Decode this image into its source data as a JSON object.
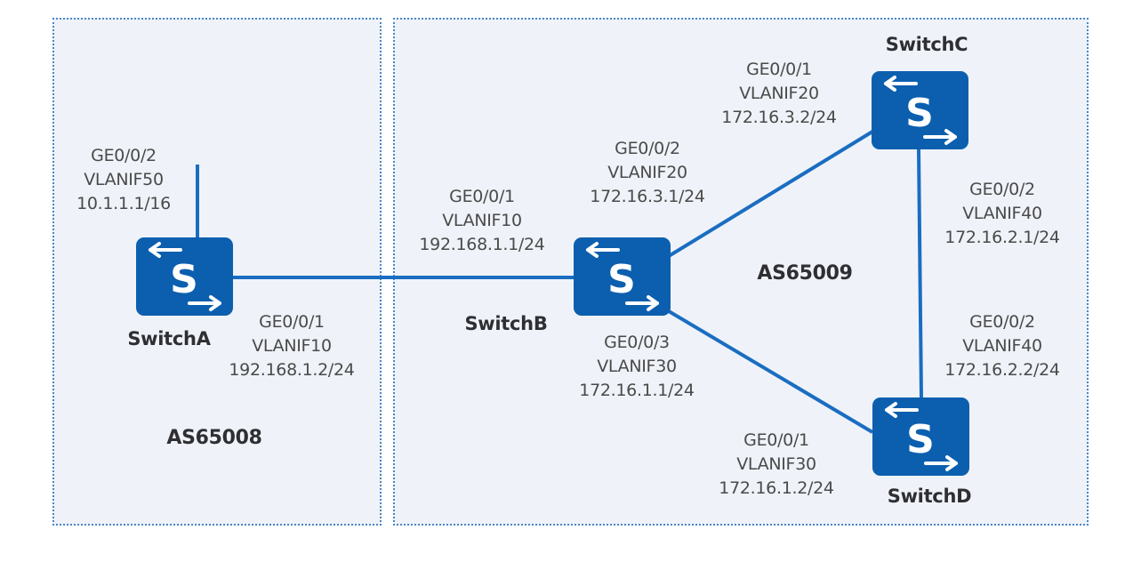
{
  "diagram": {
    "autonomous_systems": [
      {
        "id": "as-left",
        "label": "AS65008"
      },
      {
        "id": "as-right",
        "label": "AS65009"
      }
    ],
    "switches": [
      {
        "id": "switchA",
        "name": "SwitchA",
        "icon": "S"
      },
      {
        "id": "switchB",
        "name": "SwitchB",
        "icon": "S"
      },
      {
        "id": "switchC",
        "name": "SwitchC",
        "icon": "S"
      },
      {
        "id": "switchD",
        "name": "SwitchD",
        "icon": "S"
      }
    ],
    "interfaces": {
      "a_ge002": {
        "port": "GE0/0/2",
        "vlanif": "VLANIF50",
        "ip": "10.1.1.1/16"
      },
      "a_ge001": {
        "port": "GE0/0/1",
        "vlanif": "VLANIF10",
        "ip": "192.168.1.2/24"
      },
      "b_ge001": {
        "port": "GE0/0/1",
        "vlanif": "VLANIF10",
        "ip": "192.168.1.1/24"
      },
      "b_ge002": {
        "port": "GE0/0/2",
        "vlanif": "VLANIF20",
        "ip": "172.16.3.1/24"
      },
      "b_ge003": {
        "port": "GE0/0/3",
        "vlanif": "VLANIF30",
        "ip": "172.16.1.1/24"
      },
      "c_ge001": {
        "port": "GE0/0/1",
        "vlanif": "VLANIF20",
        "ip": "172.16.3.2/24"
      },
      "c_ge002": {
        "port": "GE0/0/2",
        "vlanif": "VLANIF40",
        "ip": "172.16.2.1/24"
      },
      "d_ge002": {
        "port": "GE0/0/2",
        "vlanif": "VLANIF40",
        "ip": "172.16.2.2/24"
      },
      "d_ge001": {
        "port": "GE0/0/1",
        "vlanif": "VLANIF30",
        "ip": "172.16.1.2/24"
      }
    },
    "links": [
      {
        "from": "SwitchA",
        "to": "SwitchB"
      },
      {
        "from": "SwitchB",
        "to": "SwitchC"
      },
      {
        "from": "SwitchB",
        "to": "SwitchD"
      },
      {
        "from": "SwitchC",
        "to": "SwitchD"
      },
      {
        "from": "SwitchA",
        "to": "external"
      }
    ],
    "colors": {
      "switch": "#0c5fae",
      "link": "#1a6dc1",
      "as_border": "#4a86c8",
      "as_fill": "#eff3f9"
    }
  }
}
